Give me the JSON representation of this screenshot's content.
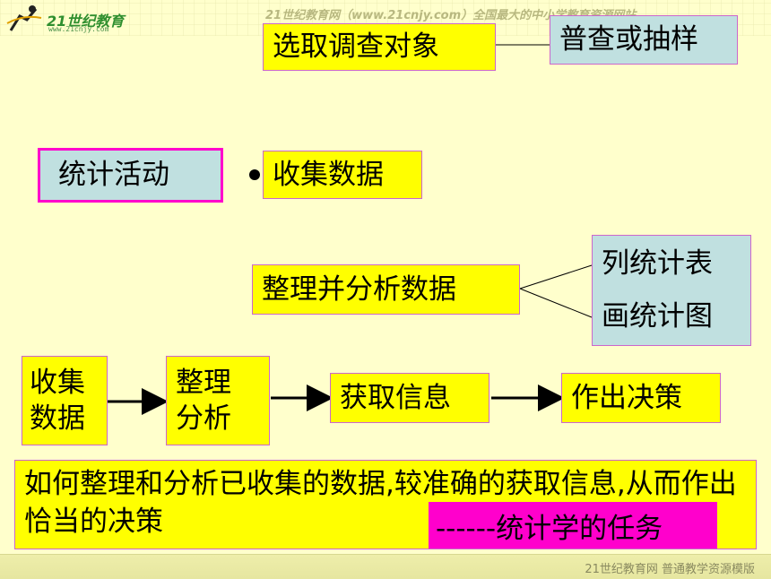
{
  "header": {
    "logo_text": "21世纪教育",
    "logo_url": "www.21cnjy.com",
    "site_text": "21世纪教育网（www.21cnjy.com）全国最大的中小学教育资源网站"
  },
  "diagram": {
    "root": "统计活动",
    "select_subject": "选取调查对象",
    "census_or_sample": "普查或抽样",
    "collect_data": "收集数据",
    "organize_analyze": "整理并分析数据",
    "list_table": "列统计表",
    "draw_chart": "画统计图"
  },
  "flow": {
    "step1_line1": "收集",
    "step1_line2": "数据",
    "step2_line1": "整理",
    "step2_line2": "分析",
    "step3": "获取信息",
    "step4": "作出决策"
  },
  "statement": {
    "text": "如何整理和分析已收集的数据,较准确的获取信息,从而作出恰当的决策",
    "task": "------统计学的任务"
  },
  "footer": {
    "text": "21世纪教育网    普通教学资源模版"
  },
  "colors": {
    "background": "#ffffcc",
    "box_yellow": "#ffff00",
    "box_cyan": "#c0e0e0",
    "task_magenta": "#ff00cc"
  }
}
